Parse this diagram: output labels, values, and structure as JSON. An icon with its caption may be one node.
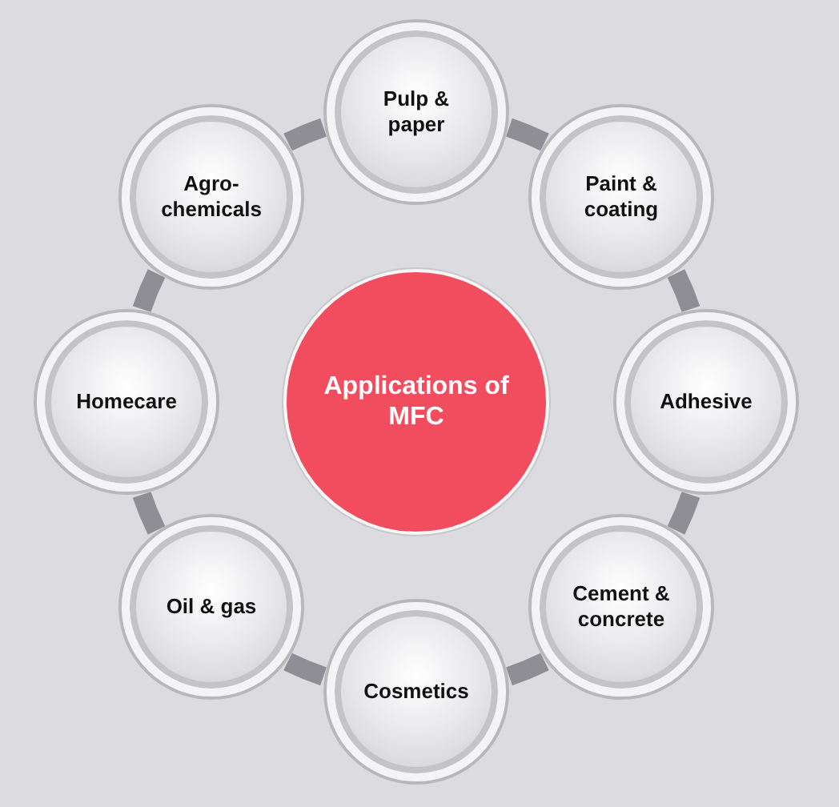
{
  "diagram": {
    "nodes": [
      {
        "text": [
          "Applications of MFC"
        ]
      },
      {
        "text": [
          "Pulp & paper"
        ]
      },
      {
        "text": [
          "Paint & coating"
        ]
      },
      {
        "text": [
          "Adhesive"
        ]
      },
      {
        "text": [
          "Cement & concrete"
        ]
      },
      {
        "text": [
          "Cosmetics"
        ]
      },
      {
        "text": [
          "Oil & gas"
        ]
      },
      {
        "text": [
          "Homecare"
        ]
      },
      {
        "text": [
          "Agro- chemicals"
        ]
      }
    ],
    "edges": [
      {
        "from": 1,
        "to": 2,
        "arrow": "none"
      },
      {
        "from": 2,
        "to": 3,
        "arrow": "none"
      },
      {
        "from": 3,
        "to": 4,
        "arrow": "none"
      },
      {
        "from": 4,
        "to": 5,
        "arrow": "none"
      },
      {
        "from": 5,
        "to": 6,
        "arrow": "none"
      },
      {
        "from": 6,
        "to": 7,
        "arrow": "none"
      },
      {
        "from": 7,
        "to": 8,
        "arrow": "none"
      },
      {
        "from": 8,
        "to": 1,
        "arrow": "none"
      }
    ]
  }
}
